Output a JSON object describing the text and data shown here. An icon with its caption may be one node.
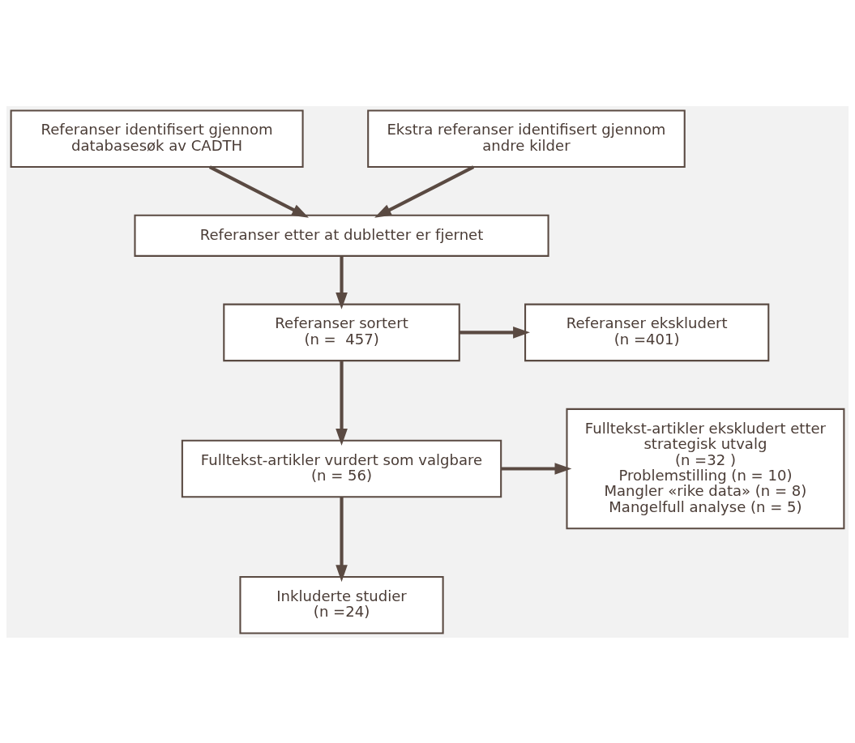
{
  "diagram": {
    "nodes": [
      {
        "text": [
          "Referanser identifisert gjennom databasesøk av CADTH"
        ]
      },
      {
        "text": [
          "Ekstra referanser identifisert gjennom andre kilder"
        ]
      },
      {
        "text": [
          "Referanser etter at dubletter er fjernet"
        ]
      },
      {
        "text": [
          "Referanser sortert",
          "(n =  457)"
        ]
      },
      {
        "text": [
          "Referanser ekskludert",
          "(n =401)"
        ]
      },
      {
        "text": [
          "Fulltekst-artikler vurdert som valgbare",
          "(n = 56)"
        ]
      },
      {
        "text": [
          "Fulltekst-artikler ekskludert etter strategisk utvalg",
          "(n =32 )",
          "Problemstilling (n = 10)",
          "Mangler «rike data» (n = 8)",
          "Mangelfull analyse (n = 5)"
        ]
      },
      {
        "text": [
          "Inkluderte studier",
          "(n =24)"
        ]
      }
    ],
    "edges": [
      {
        "from": 0,
        "to": 2,
        "arrow": "to"
      },
      {
        "from": 1,
        "to": 2,
        "arrow": "to"
      },
      {
        "from": 2,
        "to": 3,
        "arrow": "to"
      },
      {
        "from": 3,
        "to": 4,
        "arrow": "to"
      },
      {
        "from": 3,
        "to": 5,
        "arrow": "to"
      },
      {
        "from": 5,
        "to": 6,
        "arrow": "to"
      },
      {
        "from": 5,
        "to": 7,
        "arrow": "to"
      }
    ]
  }
}
